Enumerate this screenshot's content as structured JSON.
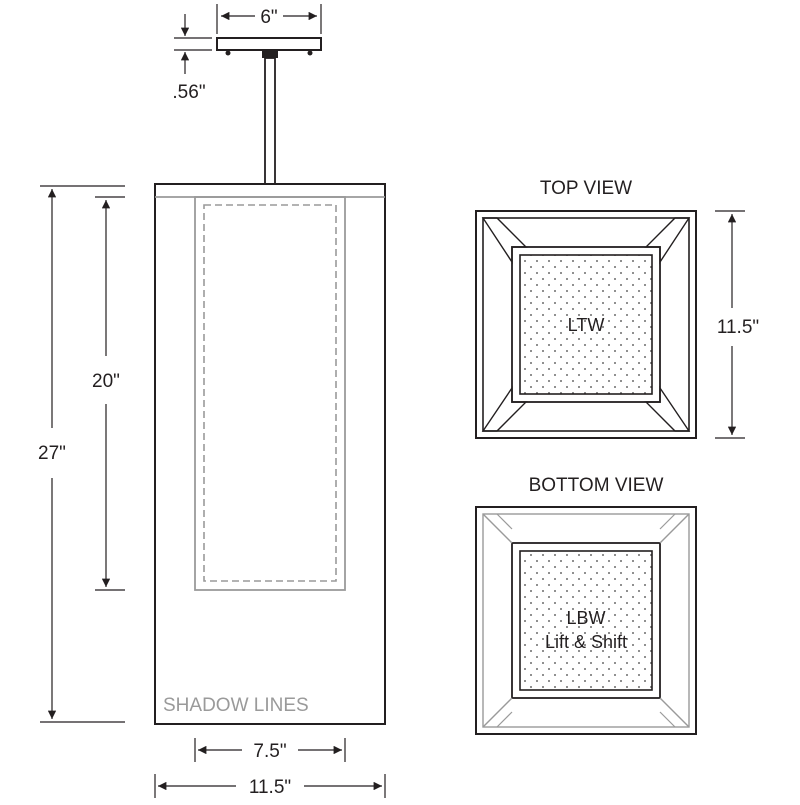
{
  "dimensions": {
    "canopy_width": "6\"",
    "canopy_height": ".56\"",
    "overall_height": "27\"",
    "shade_height": "20\"",
    "shade_width": "7.5\"",
    "overall_width": "11.5\"",
    "side_width": "11.5\""
  },
  "views": {
    "top": {
      "title": "TOP VIEW",
      "label": "LTW"
    },
    "bottom": {
      "title": "BOTTOM VIEW",
      "label_line1": "LBW",
      "label_line2": "Lift & Shift"
    }
  },
  "front": {
    "shadow_label": "SHADOW LINES"
  },
  "colors": {
    "line": "#231f20",
    "shadow": "#9a9a9a",
    "dots": "#6d6d6d"
  }
}
